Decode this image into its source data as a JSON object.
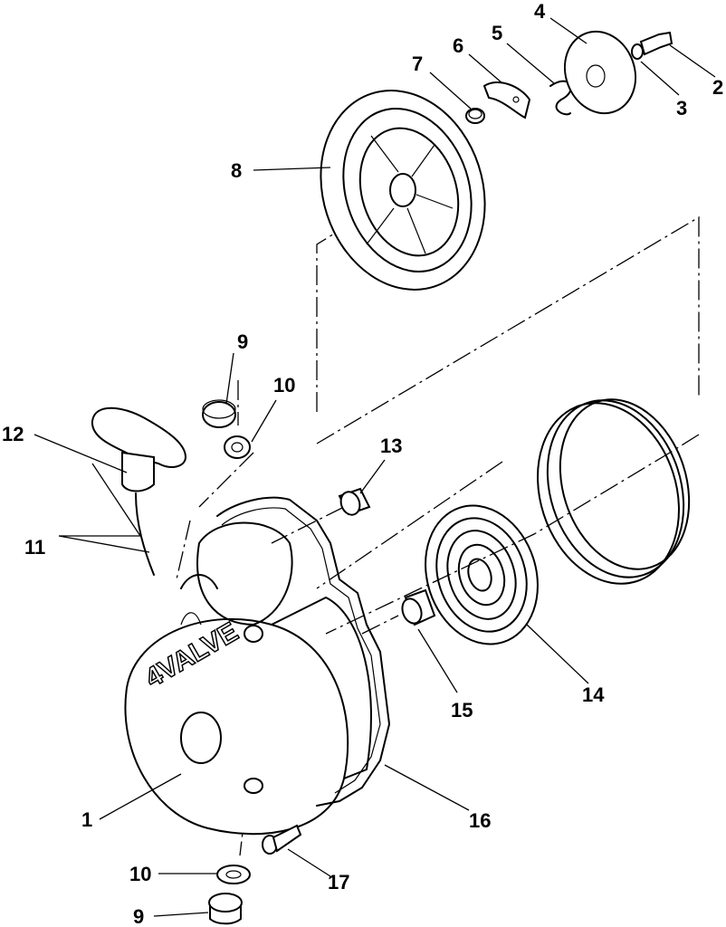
{
  "diagram": {
    "callouts": [
      "1",
      "2",
      "3",
      "4",
      "5",
      "6",
      "7",
      "8",
      "9",
      "10",
      "11",
      "12",
      "13",
      "14",
      "15",
      "16",
      "17",
      "9",
      "10"
    ],
    "cover_emboss": "4VALVE"
  }
}
